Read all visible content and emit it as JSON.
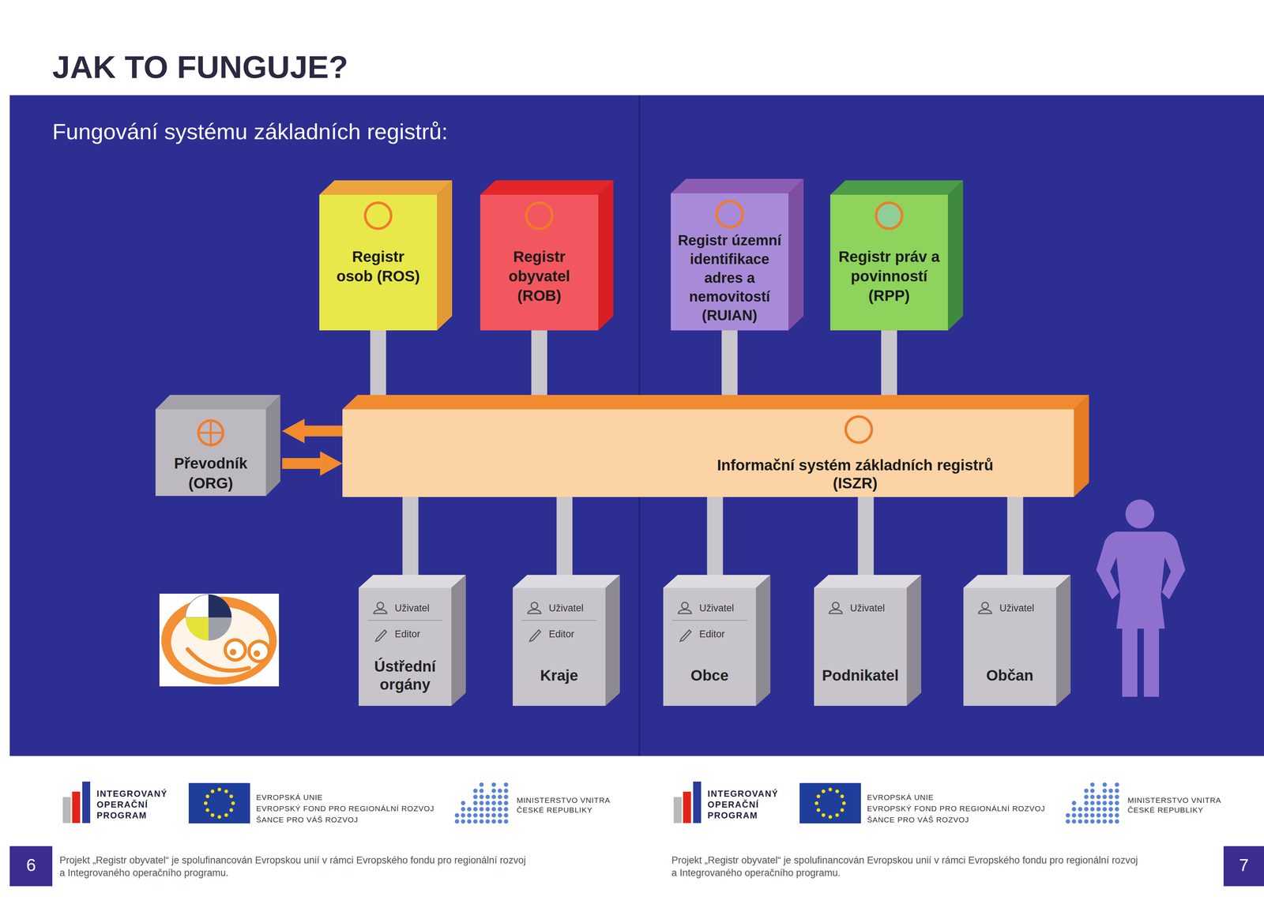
{
  "diagram": {
    "title": "JAK TO FUNGUJE?",
    "nodes": [
      {
        "text": [
          "Registr osob (ROS)"
        ]
      },
      {
        "text": [
          "Registr obyvatel (ROB)"
        ]
      },
      {
        "text": [
          "Registr územní identifikace adres a nemovitostí (RUIAN)"
        ]
      },
      {
        "text": [
          "Registr práv a povinností (RPP)"
        ]
      },
      {
        "text": [
          "Převodník (ORG)"
        ]
      },
      {
        "text": [
          "Informační systém základních registrů (ISZR)"
        ]
      },
      {
        "text": [
          "Uživatel",
          "Editor",
          "Ústřední orgány"
        ]
      },
      {
        "text": [
          "Uživatel",
          "Editor",
          "Kraje"
        ]
      },
      {
        "text": [
          "Uživatel",
          "Editor",
          "Obce"
        ]
      },
      {
        "text": [
          "Uživatel",
          "Podnikatel"
        ]
      },
      {
        "text": [
          "Uživatel",
          "Občan"
        ]
      }
    ],
    "edges": [
      {
        "from": 0,
        "to": 5,
        "arrow": "none"
      },
      {
        "from": 1,
        "to": 5,
        "arrow": "none"
      },
      {
        "from": 2,
        "to": 5,
        "arrow": "none"
      },
      {
        "from": 3,
        "to": 5,
        "arrow": "none"
      },
      {
        "from": 5,
        "to": 4,
        "arrow": "to"
      },
      {
        "from": 4,
        "to": 5,
        "arrow": "to"
      },
      {
        "from": 5,
        "to": 6,
        "arrow": "none"
      },
      {
        "from": 5,
        "to": 7,
        "arrow": "none"
      },
      {
        "from": 5,
        "to": 8,
        "arrow": "none"
      },
      {
        "from": 5,
        "to": 9,
        "arrow": "none"
      },
      {
        "from": 5,
        "to": 10,
        "arrow": "none"
      }
    ],
    "labels": [
      "Fungování systému základních registrů:",
      "INTEGROVANÝ OPERAČNÍ PROGRAM",
      "EVROPSKÁ UNIE",
      "EVROPSKÝ FOND PRO REGIONÁLNÍ ROZVOJ",
      "ŠANCE PRO VÁŠ ROZVOJ",
      "MINISTERSTVO VNITRA ČESKÉ REPUBLIKY",
      "INTEGROVANÝ OPERAČNÍ PROGRAM",
      "EVROPSKÁ UNIE",
      "EVROPSKÝ FOND PRO REGIONÁLNÍ ROZVOJ",
      "ŠANCE PRO VÁŠ ROZVOJ",
      "MINISTERSTVO VNITRA ČESKÉ REPUBLIKY",
      "6",
      "Projekt „Registr obyvatel“ je spolufinancován Evropskou unií v rámci Evropského fondu pro regionální rozvoj a Integrovaného operačního programu.",
      "7",
      "Projekt „Registr obyvatel“ je spolufinancován Evropskou unií v rámci Evropského fondu pro regionální rozvoj a Integrovaného operačního programu."
    ]
  }
}
